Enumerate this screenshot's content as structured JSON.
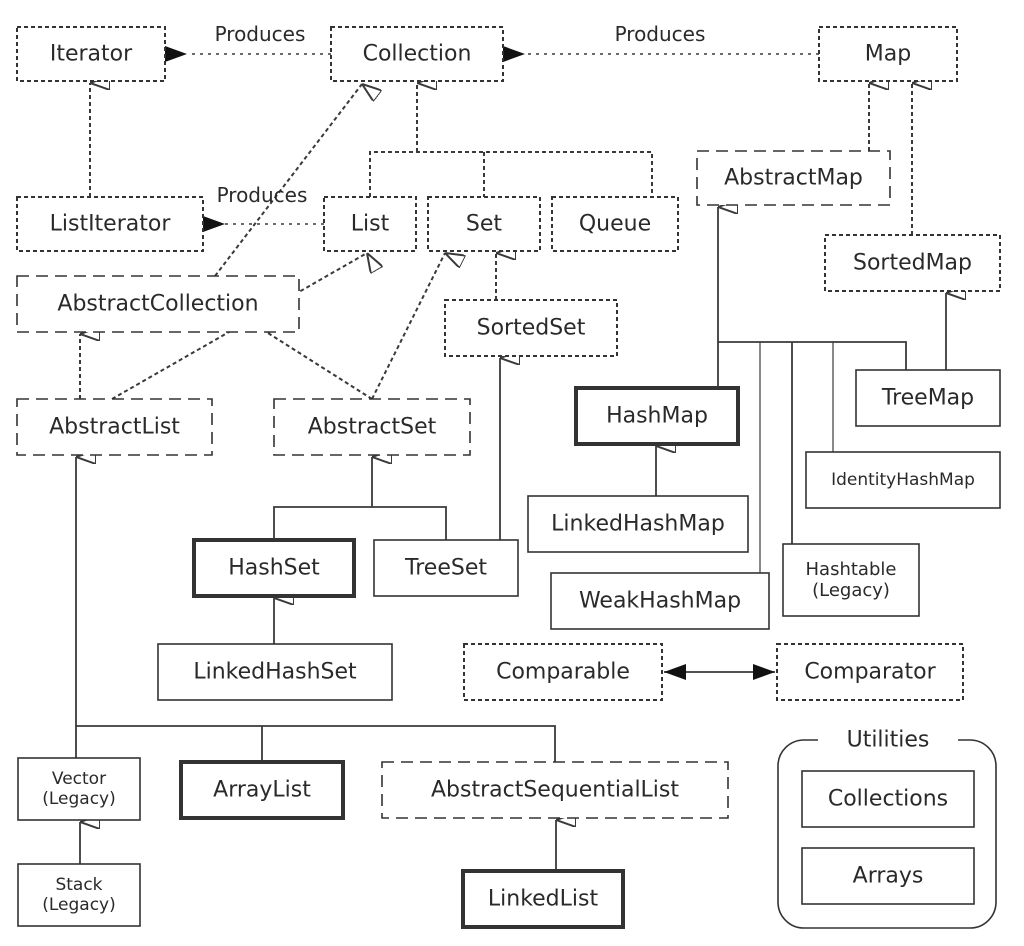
{
  "title": "Java Collections Framework",
  "nodes": {
    "iterator": {
      "label": [
        "Iterator"
      ],
      "kind": "interface"
    },
    "collection": {
      "label": [
        "Collection"
      ],
      "kind": "interface"
    },
    "map": {
      "label": [
        "Map"
      ],
      "kind": "interface"
    },
    "listiterator": {
      "label": [
        "ListIterator"
      ],
      "kind": "interface"
    },
    "list": {
      "label": [
        "List"
      ],
      "kind": "interface"
    },
    "set": {
      "label": [
        "Set"
      ],
      "kind": "interface"
    },
    "queue": {
      "label": [
        "Queue"
      ],
      "kind": "interface"
    },
    "abstractmap": {
      "label": [
        "AbstractMap"
      ],
      "kind": "abstract"
    },
    "sortedmap": {
      "label": [
        "SortedMap"
      ],
      "kind": "interface"
    },
    "abstractcollection": {
      "label": [
        "AbstractCollection"
      ],
      "kind": "abstract"
    },
    "sortedset": {
      "label": [
        "SortedSet"
      ],
      "kind": "interface"
    },
    "abstractlist": {
      "label": [
        "AbstractList"
      ],
      "kind": "abstract"
    },
    "abstractset": {
      "label": [
        "AbstractSet"
      ],
      "kind": "abstract"
    },
    "hashmap": {
      "label": [
        "HashMap"
      ],
      "kind": "primary"
    },
    "treemap": {
      "label": [
        "TreeMap"
      ],
      "kind": "class"
    },
    "identityhashmap": {
      "label": [
        "IdentityHashMap"
      ],
      "kind": "class"
    },
    "linkedhashmap": {
      "label": [
        "LinkedHashMap"
      ],
      "kind": "class"
    },
    "hashset": {
      "label": [
        "HashSet"
      ],
      "kind": "primary"
    },
    "treeset": {
      "label": [
        "TreeSet"
      ],
      "kind": "class"
    },
    "weakhashmap": {
      "label": [
        "WeakHashMap"
      ],
      "kind": "class"
    },
    "hashtable": {
      "label": [
        "Hashtable",
        "(Legacy)"
      ],
      "kind": "class"
    },
    "linkedhashset": {
      "label": [
        "LinkedHashSet"
      ],
      "kind": "class"
    },
    "comparable": {
      "label": [
        "Comparable"
      ],
      "kind": "interface"
    },
    "comparator": {
      "label": [
        "Comparator"
      ],
      "kind": "interface"
    },
    "vector": {
      "label": [
        "Vector",
        "(Legacy)"
      ],
      "kind": "class"
    },
    "arraylist": {
      "label": [
        "ArrayList"
      ],
      "kind": "primary"
    },
    "abstractsequentiallist": {
      "label": [
        "AbstractSequentialList"
      ],
      "kind": "abstract"
    },
    "stack": {
      "label": [
        "Stack",
        "(Legacy)"
      ],
      "kind": "class"
    },
    "linkedlist": {
      "label": [
        "LinkedList"
      ],
      "kind": "primary"
    },
    "collections": {
      "label": [
        "Collections"
      ],
      "kind": "class"
    },
    "arrays": {
      "label": [
        "Arrays"
      ],
      "kind": "class"
    }
  },
  "edge_labels": {
    "collection_produces_iterator": "Produces",
    "map_produces_collection": "Produces",
    "list_produces_listiterator": "Produces"
  },
  "relations": [
    {
      "from": "collection",
      "to": "iterator",
      "type": "produces"
    },
    {
      "from": "map",
      "to": "collection",
      "type": "produces"
    },
    {
      "from": "list",
      "to": "listiterator",
      "type": "produces"
    },
    {
      "from": "listiterator",
      "to": "iterator",
      "type": "extends"
    },
    {
      "from": "list",
      "to": "collection",
      "type": "extends"
    },
    {
      "from": "set",
      "to": "collection",
      "type": "extends"
    },
    {
      "from": "queue",
      "to": "collection",
      "type": "extends"
    },
    {
      "from": "abstractcollection",
      "to": "collection",
      "type": "implements"
    },
    {
      "from": "abstractlist",
      "to": "abstractcollection",
      "type": "extends"
    },
    {
      "from": "abstractlist",
      "to": "list",
      "type": "implements"
    },
    {
      "from": "abstractset",
      "to": "abstractcollection",
      "type": "extends"
    },
    {
      "from": "abstractset",
      "to": "set",
      "type": "implements"
    },
    {
      "from": "sortedset",
      "to": "set",
      "type": "extends"
    },
    {
      "from": "treeset",
      "to": "sortedset",
      "type": "implements"
    },
    {
      "from": "hashset",
      "to": "abstractset",
      "type": "extends"
    },
    {
      "from": "treeset",
      "to": "abstractset",
      "type": "extends"
    },
    {
      "from": "linkedhashset",
      "to": "hashset",
      "type": "extends"
    },
    {
      "from": "abstractmap",
      "to": "map",
      "type": "implements"
    },
    {
      "from": "sortedmap",
      "to": "map",
      "type": "extends"
    },
    {
      "from": "treemap",
      "to": "sortedmap",
      "type": "implements"
    },
    {
      "from": "hashmap",
      "to": "abstractmap",
      "type": "extends"
    },
    {
      "from": "weakhashmap",
      "to": "abstractmap",
      "type": "extends"
    },
    {
      "from": "hashtable",
      "to": "abstractmap",
      "type": "extends"
    },
    {
      "from": "identityhashmap",
      "to": "abstractmap",
      "type": "extends"
    },
    {
      "from": "treemap",
      "to": "abstractmap",
      "type": "extends"
    },
    {
      "from": "linkedhashmap",
      "to": "hashmap",
      "type": "extends"
    },
    {
      "from": "vector",
      "to": "abstractlist",
      "type": "extends"
    },
    {
      "from": "arraylist",
      "to": "abstractlist",
      "type": "extends"
    },
    {
      "from": "abstractsequentiallist",
      "to": "abstractlist",
      "type": "extends"
    },
    {
      "from": "stack",
      "to": "vector",
      "type": "extends"
    },
    {
      "from": "linkedlist",
      "to": "abstractsequentiallist",
      "type": "extends"
    },
    {
      "from": "comparable",
      "to": "comparator",
      "type": "associated"
    }
  ],
  "groups": {
    "utilities": {
      "label": "Utilities",
      "members": [
        "collections",
        "arrays"
      ]
    }
  },
  "legend_kinds": {
    "interface": "dotted border",
    "abstract": "dashed border",
    "class": "thin solid border",
    "primary": "thick solid border"
  },
  "colors": {
    "ink": "#2a2a2a",
    "line": "#3a3a3a",
    "background": "#ffffff"
  }
}
